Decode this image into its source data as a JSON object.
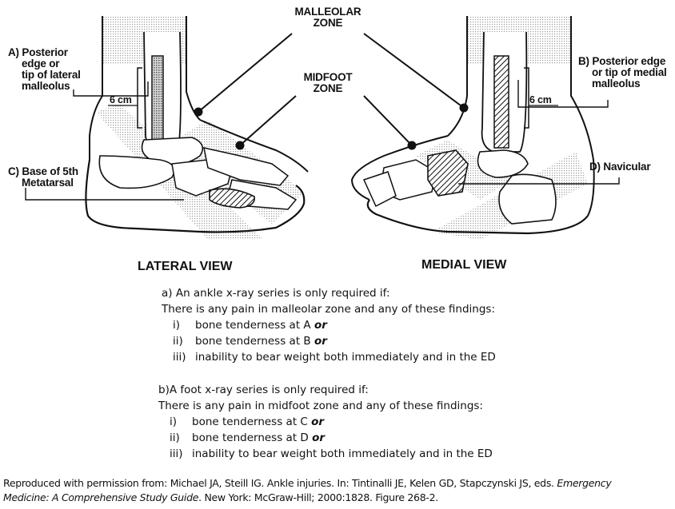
{
  "zones": {
    "malleolar": [
      "MALLEOLAR",
      "ZONE"
    ],
    "midfoot": [
      "MIDFOOT",
      "ZONE"
    ]
  },
  "labels": {
    "a": [
      "A) Posterior",
      "edge or",
      "tip of lateral",
      "malleolus"
    ],
    "b": [
      "B) Posterior edge",
      "or tip of medial",
      "malleolus"
    ],
    "c": [
      "C) Base of 5th",
      "Metatarsal"
    ],
    "d": "D) Navicular",
    "left_measure": "6 cm",
    "right_measure": "6 cm"
  },
  "views": {
    "lateral": "LATERAL VIEW",
    "medial": "MEDIAL VIEW"
  },
  "rules": {
    "ankle": {
      "heading": "a) An ankle x-ray series is only required if:",
      "intro": "There is any pain in malleolar zone and any of these findings:",
      "items": [
        {
          "num": "i)",
          "text": "bone tenderness at A ",
          "emph": "or"
        },
        {
          "num": "ii)",
          "text": "bone tenderness at B ",
          "emph": "or"
        },
        {
          "num": "iii)",
          "text": "inability to bear weight both immediately and in the ED",
          "emph": ""
        }
      ]
    },
    "foot": {
      "heading": "b)A foot x-ray series is only required if:",
      "intro": "There is any pain in midfoot zone and any of these findings:",
      "items": [
        {
          "num": "i)",
          "text": "bone tenderness at C ",
          "emph": "or"
        },
        {
          "num": "ii)",
          "text": "bone tenderness at D ",
          "emph": "or"
        },
        {
          "num": "iii)",
          "text": "inability to bear weight both immediately and in the ED",
          "emph": ""
        }
      ]
    }
  },
  "citation": {
    "lead": "Reproduced with permission from: Michael JA, Steill IG. Ankle injuries. In: Tintinalli JE, Kelen GD, Stapczynski JS, eds. ",
    "title_part1": "Emergency",
    "title_part2": "Medicine: A Comprehensive Study Guide",
    "tail": ". New York: McGraw-Hill; 2000:1828. Figure 268-2."
  }
}
